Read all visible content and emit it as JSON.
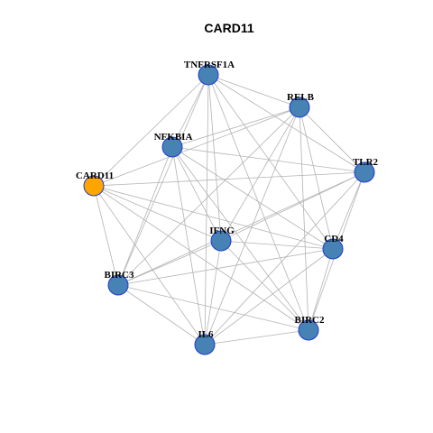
{
  "title": "CARD11",
  "colors": {
    "query_node": "#FFA500",
    "default_node": "#4682B4",
    "node_border": "#1F3BCC",
    "edge": "#B3B3B3"
  },
  "nodes": [
    {
      "id": "TNFRSF1A",
      "label": "TNFRSF1A",
      "query": false
    },
    {
      "id": "RELB",
      "label": "RELB",
      "query": false
    },
    {
      "id": "NFKBIA",
      "label": "NFKBIA",
      "query": false
    },
    {
      "id": "CARD11",
      "label": "CARD11",
      "query": true
    },
    {
      "id": "TLR2",
      "label": "TLR2",
      "query": false
    },
    {
      "id": "IFNG",
      "label": "IFNG",
      "query": false
    },
    {
      "id": "CD4",
      "label": "CD4",
      "query": false
    },
    {
      "id": "BIRC3",
      "label": "BIRC3",
      "query": false
    },
    {
      "id": "BIRC2",
      "label": "BIRC2",
      "query": false
    },
    {
      "id": "IL6",
      "label": "IL6",
      "query": false
    }
  ],
  "edges": [
    [
      "TNFRSF1A",
      "RELB"
    ],
    [
      "TNFRSF1A",
      "NFKBIA"
    ],
    [
      "TNFRSF1A",
      "CARD11"
    ],
    [
      "TNFRSF1A",
      "TLR2"
    ],
    [
      "TNFRSF1A",
      "IFNG"
    ],
    [
      "TNFRSF1A",
      "CD4"
    ],
    [
      "TNFRSF1A",
      "BIRC3"
    ],
    [
      "TNFRSF1A",
      "BIRC2"
    ],
    [
      "TNFRSF1A",
      "IL6"
    ],
    [
      "RELB",
      "NFKBIA"
    ],
    [
      "RELB",
      "CARD11"
    ],
    [
      "RELB",
      "TLR2"
    ],
    [
      "RELB",
      "IFNG"
    ],
    [
      "RELB",
      "CD4"
    ],
    [
      "RELB",
      "BIRC3"
    ],
    [
      "RELB",
      "BIRC2"
    ],
    [
      "RELB",
      "IL6"
    ],
    [
      "NFKBIA",
      "TLR2"
    ],
    [
      "NFKBIA",
      "IFNG"
    ],
    [
      "NFKBIA",
      "CD4"
    ],
    [
      "NFKBIA",
      "BIRC3"
    ],
    [
      "NFKBIA",
      "BIRC2"
    ],
    [
      "NFKBIA",
      "IL6"
    ],
    [
      "CARD11",
      "TLR2"
    ],
    [
      "CARD11",
      "IFNG"
    ],
    [
      "CARD11",
      "CD4"
    ],
    [
      "CARD11",
      "BIRC3"
    ],
    [
      "CARD11",
      "BIRC2"
    ],
    [
      "CARD11",
      "IL6"
    ],
    [
      "TLR2",
      "IFNG"
    ],
    [
      "TLR2",
      "CD4"
    ],
    [
      "TLR2",
      "BIRC3"
    ],
    [
      "TLR2",
      "BIRC2"
    ],
    [
      "TLR2",
      "IL6"
    ],
    [
      "IFNG",
      "CD4"
    ],
    [
      "IFNG",
      "BIRC3"
    ],
    [
      "IFNG",
      "BIRC2"
    ],
    [
      "IFNG",
      "IL6"
    ],
    [
      "CD4",
      "BIRC3"
    ],
    [
      "CD4",
      "BIRC2"
    ],
    [
      "CD4",
      "IL6"
    ],
    [
      "BIRC3",
      "BIRC2"
    ],
    [
      "BIRC3",
      "IL6"
    ],
    [
      "BIRC2",
      "IL6"
    ]
  ]
}
